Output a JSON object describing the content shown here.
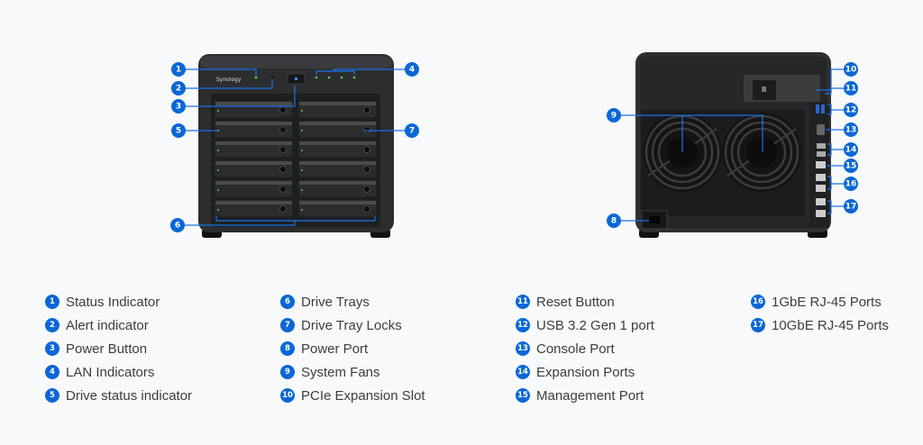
{
  "brand_logo": "Synology",
  "accent_color": "#0b67d6",
  "legend": {
    "items": [
      {
        "number": "1",
        "label": "Status Indicator"
      },
      {
        "number": "2",
        "label": "Alert indicator"
      },
      {
        "number": "3",
        "label": "Power Button"
      },
      {
        "number": "4",
        "label": "LAN Indicators"
      },
      {
        "number": "5",
        "label": "Drive status indicator"
      },
      {
        "number": "6",
        "label": "Drive Trays"
      },
      {
        "number": "7",
        "label": "Drive Tray Locks"
      },
      {
        "number": "8",
        "label": "Power Port"
      },
      {
        "number": "9",
        "label": "System Fans"
      },
      {
        "number": "10",
        "label": "PCIe Expansion Slot"
      },
      {
        "number": "11",
        "label": "Reset Button"
      },
      {
        "number": "12",
        "label": "USB 3.2 Gen 1 port"
      },
      {
        "number": "13",
        "label": "Console Port"
      },
      {
        "number": "14",
        "label": "Expansion Ports"
      },
      {
        "number": "15",
        "label": "Management Port"
      },
      {
        "number": "16",
        "label": "1GbE RJ-45 Ports"
      },
      {
        "number": "17",
        "label": "10GbE RJ-45 Ports"
      }
    ]
  }
}
